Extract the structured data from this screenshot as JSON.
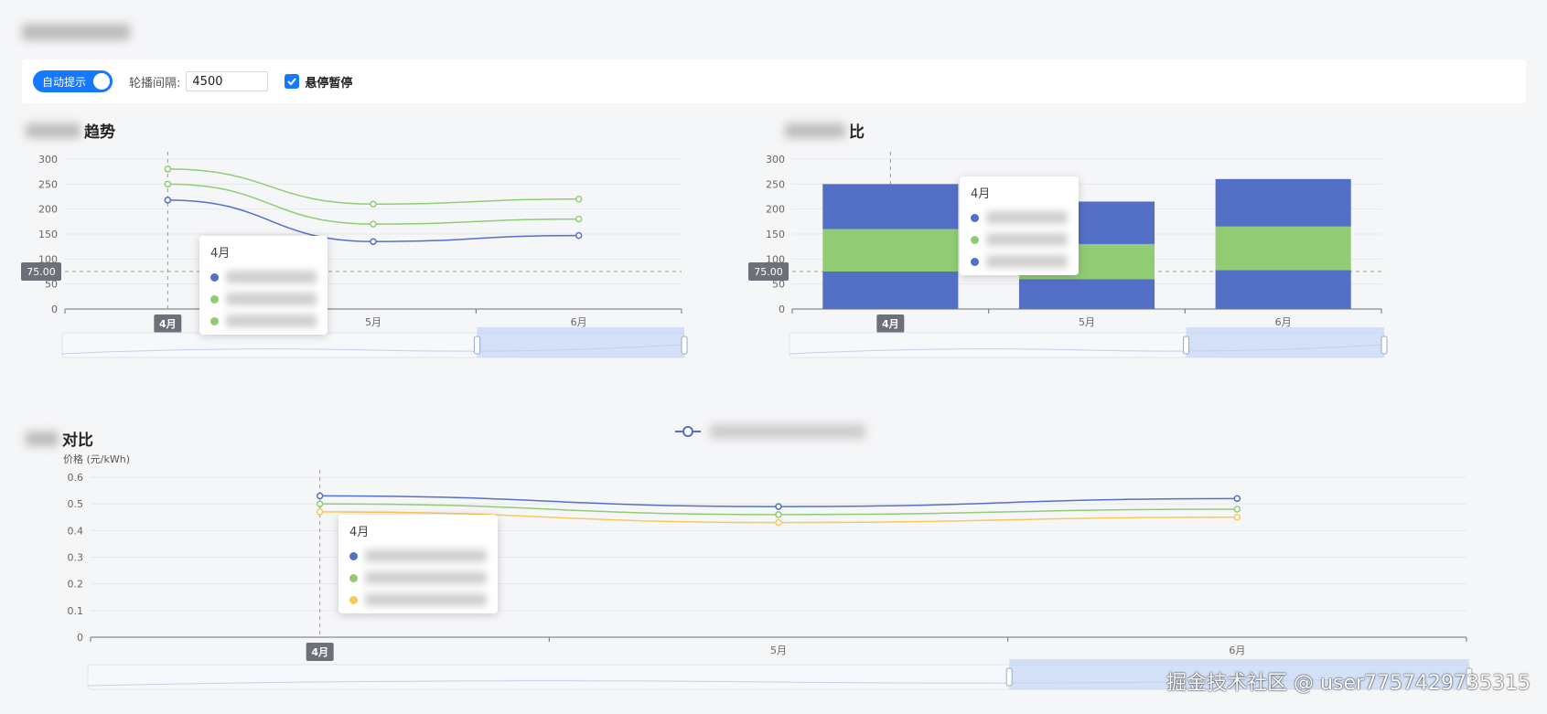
{
  "controls": {
    "auto_tip_label": "自动提示",
    "interval_label": "轮播间隔:",
    "interval_value": "4500",
    "hover_pause_label": "悬停暂停"
  },
  "sections": {
    "trend_title_suffix": "趋势",
    "compare_title_suffix": "对比",
    "stack_title_suffix": "比"
  },
  "colors": {
    "blue": "#5470c6",
    "green": "#91cc75",
    "yellow": "#fac858",
    "accent": "#1677ff"
  },
  "crosshair_label": "75.00",
  "watermark": "掘金技术社区 @ user7757429735315",
  "chart_data": [
    {
      "type": "line",
      "categories": [
        "4月",
        "5月",
        "6月"
      ],
      "series": [
        {
          "values": [
            218,
            135,
            147
          ]
        },
        {
          "values": [
            250,
            170,
            180
          ]
        },
        {
          "values": [
            280,
            210,
            220
          ]
        }
      ],
      "ylim": [
        0,
        300
      ],
      "yticks": [
        0,
        50,
        100,
        150,
        200,
        250,
        300
      ],
      "active_category": "4月",
      "tooltip_title": "4月"
    },
    {
      "type": "bar",
      "stacked": true,
      "categories": [
        "4月",
        "5月",
        "6月"
      ],
      "series": [
        {
          "values": [
            75,
            60,
            78
          ]
        },
        {
          "values": [
            85,
            70,
            87
          ]
        },
        {
          "values": [
            90,
            85,
            95
          ]
        }
      ],
      "ylim": [
        0,
        300
      ],
      "yticks": [
        0,
        50,
        100,
        150,
        200,
        250,
        300
      ],
      "active_category": "4月",
      "tooltip_title": "4月"
    },
    {
      "type": "line",
      "categories": [
        "4月",
        "5月",
        "6月"
      ],
      "series": [
        {
          "values": [
            0.53,
            0.49,
            0.52
          ]
        },
        {
          "values": [
            0.5,
            0.46,
            0.48
          ]
        },
        {
          "values": [
            0.47,
            0.43,
            0.45
          ]
        }
      ],
      "ylabel": "价格 (元/kWh)",
      "ylim": [
        0,
        0.6
      ],
      "yticks": [
        0,
        0.1,
        0.2,
        0.3,
        0.4,
        0.5,
        0.6
      ],
      "active_category": "4月",
      "tooltip_title": "4月"
    }
  ]
}
